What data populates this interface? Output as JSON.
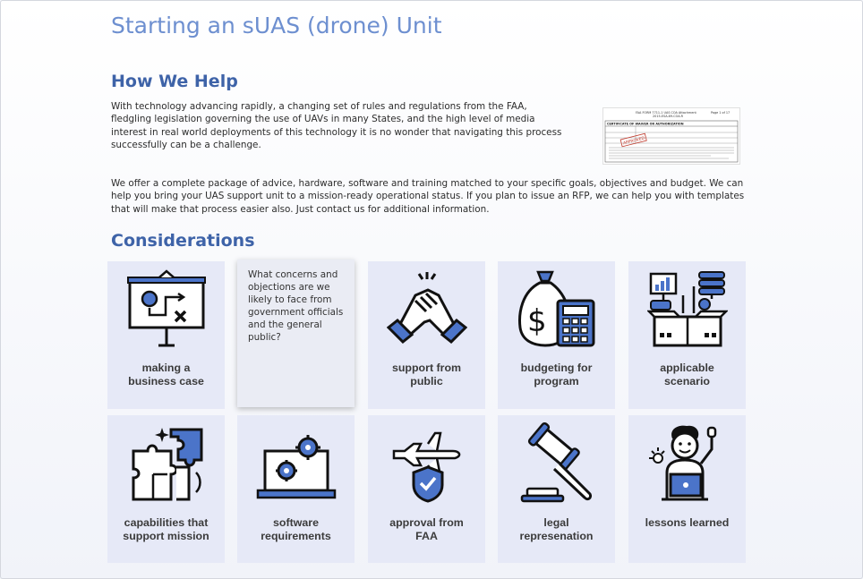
{
  "page": {
    "title": "Starting an sUAS (drone) Unit",
    "how_we_help": {
      "heading": "How We Help",
      "para1": "With technology advancing rapidly, a changing set of rules and regulations from the FAA, fledgling legislation governing the use of UAVs in many States, and the high level of media interest in real world deployments of this technology it is no wonder that navigating this process successfully can be a challenge.",
      "para2": "We offer a complete package of advice, hardware, software and training matched to your specific goals, objectives and budget. We can help you bring your UAS support unit to a mission-ready operational status. If you plan to issue an RFP, we can help you with templates that will make that process easier also. Just contact us for additional information."
    },
    "document_thumb": {
      "line1": "FAA FORM 7711-1 UAS COA Attachment",
      "line2": "2015-ESA-69-COA-R",
      "page": "Page 1 of 17",
      "header": "CERTIFICATE OF WAIVER OR AUTHORIZATION",
      "stamp": "APPROVED"
    },
    "considerations": {
      "heading": "Considerations",
      "cards": [
        {
          "label1": "making a",
          "label2": "business case",
          "icon": "presentation-board-icon"
        },
        {
          "description": "What concerns and objections are we likely to face from government officials and the general public?",
          "icon": "question-icon"
        },
        {
          "label1": "support from",
          "label2": "public",
          "icon": "handshake-icon"
        },
        {
          "label1": "budgeting for",
          "label2": "program",
          "icon": "money-calculator-icon"
        },
        {
          "label1": "applicable",
          "label2": "scenario",
          "icon": "data-box-icon"
        },
        {
          "label1": "capabilities that",
          "label2": "support mission",
          "icon": "puzzle-icon"
        },
        {
          "label1": "software",
          "label2": "requirements",
          "icon": "laptop-gear-icon"
        },
        {
          "label1": "approval from",
          "label2": "FAA",
          "icon": "airplane-shield-icon"
        },
        {
          "label1": "legal",
          "label2": "represenation",
          "icon": "gavel-icon"
        },
        {
          "label1": "lessons learned",
          "label2": "",
          "icon": "learner-laptop-icon"
        }
      ]
    }
  },
  "colors": {
    "title": "#6d8fd0",
    "heading": "#3e63a8",
    "card_bg": "#e6e9f7",
    "icon_blue": "#4b74c9",
    "icon_dark": "#111111"
  }
}
